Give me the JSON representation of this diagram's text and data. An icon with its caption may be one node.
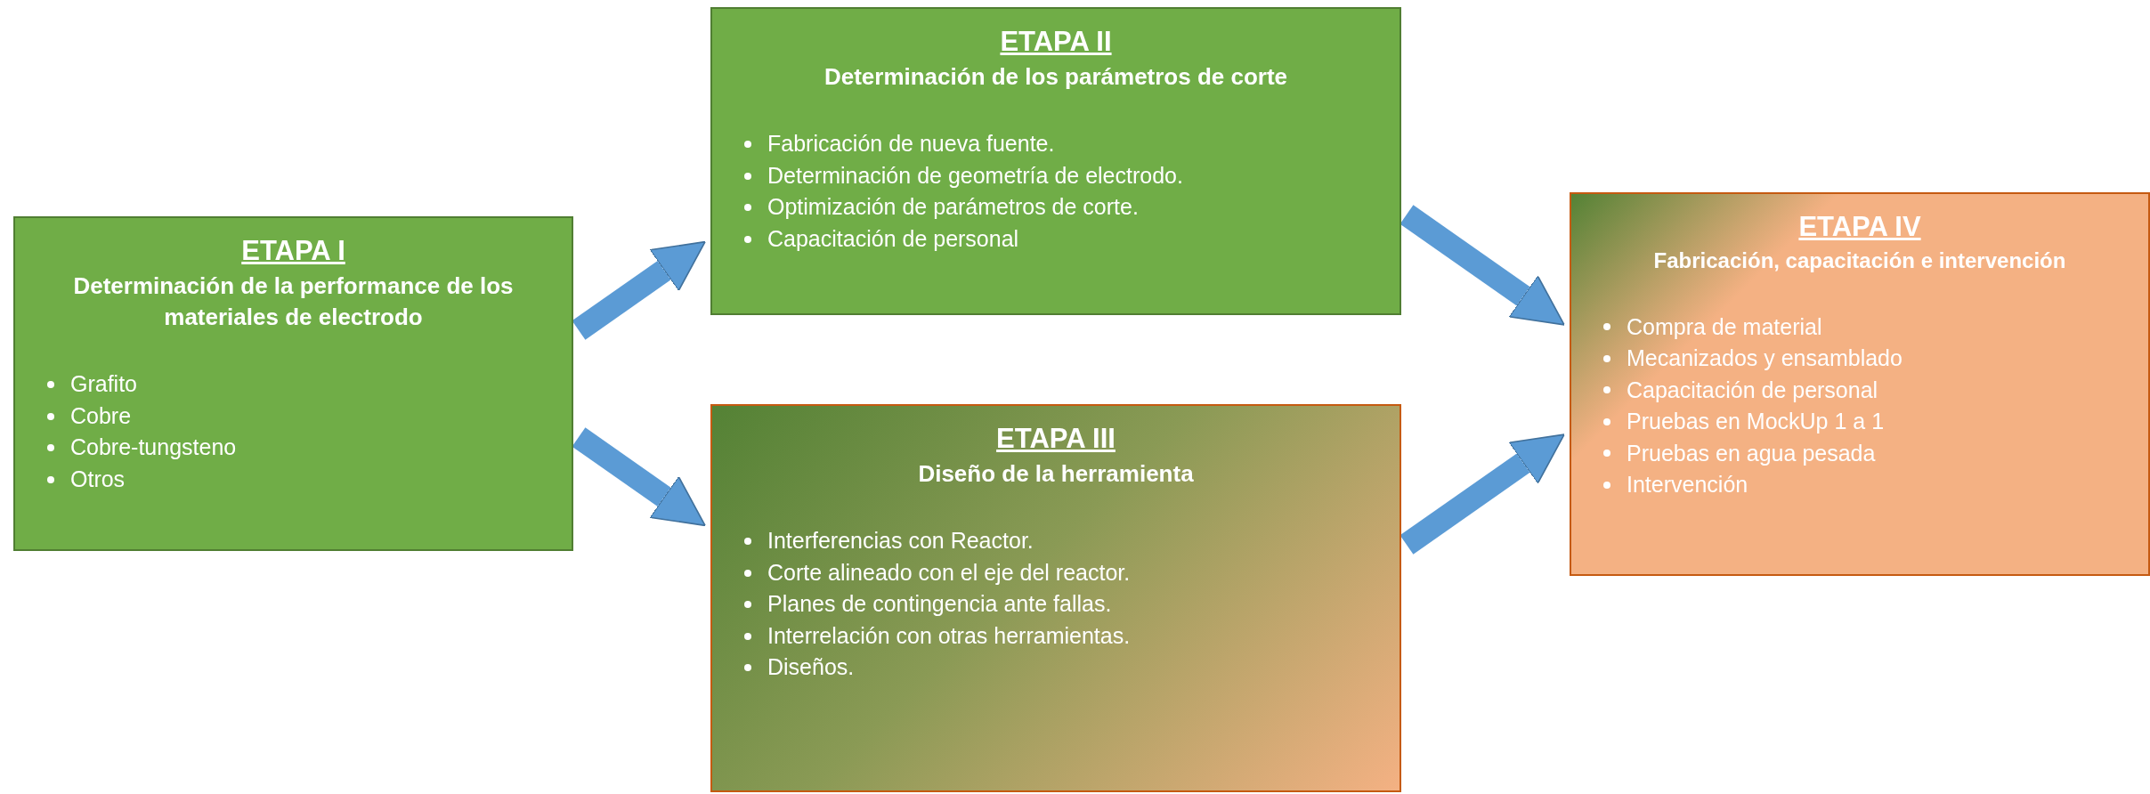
{
  "diagram": {
    "nodes": [
      {
        "text": [
          "ETAPA I",
          "Determinación de la performance de los materiales de electrodo",
          "Grafito",
          "Cobre",
          "Cobre-tungsteno",
          "Otros"
        ]
      },
      {
        "text": [
          "ETAPA II",
          "Determinación de los parámetros de corte",
          "Fabricación de nueva fuente.",
          "Determinación de geometría de electrodo.",
          "Optimización de parámetros de corte.",
          "Capacitación de personal"
        ]
      },
      {
        "text": [
          "ETAPA III",
          "Diseño de la herramienta",
          "Interferencias con Reactor.",
          "Corte alineado con el eje del reactor.",
          "Planes de contingencia ante fallas.",
          "Interrelación con otras herramientas.",
          "Diseños."
        ]
      },
      {
        "text": [
          "ETAPA IV",
          "Fabricación, capacitación e intervención",
          "Compra de material",
          "Mecanizados y ensamblado",
          "Capacitación de personal",
          "Pruebas en MockUp 1 a 1",
          "Pruebas en agua pesada",
          "Intervención"
        ]
      }
    ],
    "edges": [
      {
        "from": 0,
        "to": 1,
        "arrow": "to"
      },
      {
        "from": 0,
        "to": 2,
        "arrow": "to"
      },
      {
        "from": 1,
        "to": 3,
        "arrow": "to"
      },
      {
        "from": 2,
        "to": 3,
        "arrow": "to"
      }
    ]
  }
}
